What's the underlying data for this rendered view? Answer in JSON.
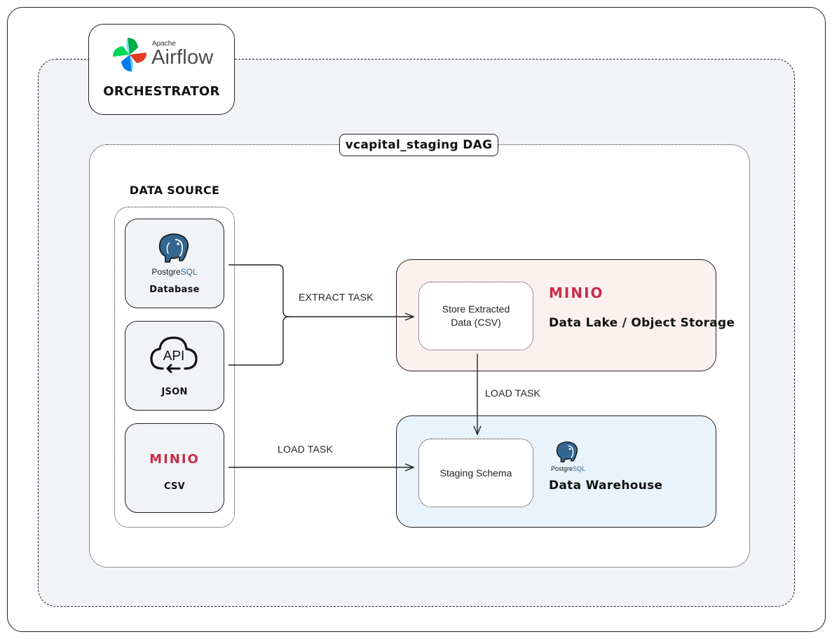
{
  "orchestrator": {
    "brand_small": "Apache",
    "brand_name": "Airflow",
    "label": "ORCHESTRATOR"
  },
  "dag": {
    "label": "vcapital_staging DAG"
  },
  "data_source": {
    "title": "DATA SOURCE",
    "items": [
      {
        "logo_text": "Postgre",
        "logo_text_accent": "SQL",
        "label": "Database",
        "icon": "postgresql-elephant-icon"
      },
      {
        "logo_text": "API",
        "label": "JSON",
        "icon": "api-cloud-icon"
      },
      {
        "logo_text": "MINIO",
        "label": "CSV",
        "icon": "minio-logo"
      }
    ]
  },
  "edges": {
    "extract_label": "EXTRACT TASK",
    "load_label_lake": "LOAD TASK",
    "load_label_csv": "LOAD TASK"
  },
  "data_lake": {
    "logo_text": "MINIO",
    "title": "Data Lake / Object Storage",
    "inner_label": "Store Extracted Data (CSV)"
  },
  "warehouse": {
    "logo_text": "Postgre",
    "logo_text_accent": "SQL",
    "title": "Data Warehouse",
    "inner_label": "Staging Schema"
  },
  "colors": {
    "minio_red": "#c72e49",
    "postgres_blue": "#336791",
    "lake_bg": "#fdf1f0",
    "warehouse_bg": "#e8f3fb",
    "orchestrator_bg": "#f1f3f6"
  }
}
